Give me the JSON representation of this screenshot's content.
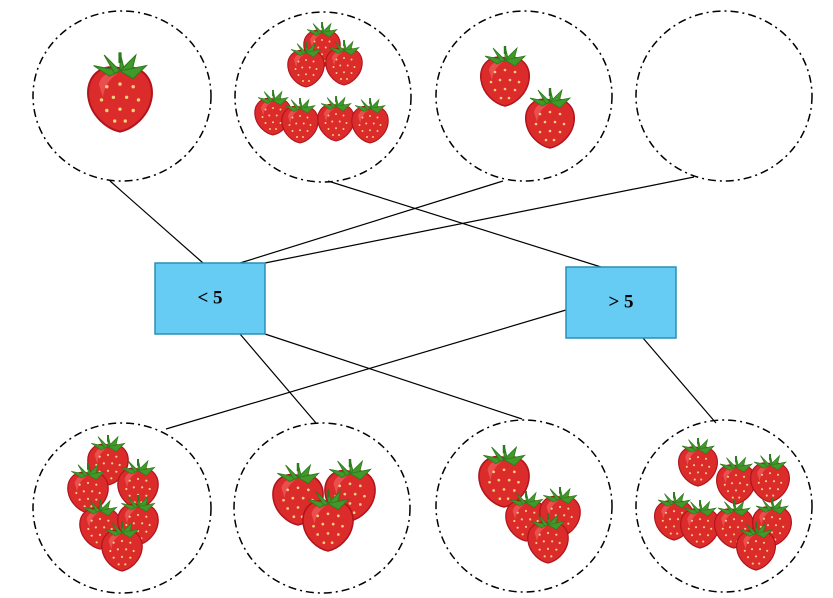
{
  "colors": {
    "box_fill": "#66ccf4",
    "box_stroke": "#2a8fb8",
    "line": "#000000",
    "circle_stroke": "#000000",
    "berry_dark": "#b0141c",
    "berry": "#dc2b2b",
    "berry_light": "#f06060",
    "leaf": "#3f9a2a",
    "leaf_dark": "#2c7a1c",
    "seed": "#f3d27a"
  },
  "boxes": [
    {
      "id": "less",
      "label": "< 5"
    },
    {
      "id": "greater",
      "label": "> 5"
    }
  ],
  "groups": [
    {
      "id": "top-1",
      "row": "top",
      "strawberry_count": 1
    },
    {
      "id": "top-2",
      "row": "top",
      "strawberry_count": 7
    },
    {
      "id": "top-3",
      "row": "top",
      "strawberry_count": 2
    },
    {
      "id": "top-4",
      "row": "top",
      "strawberry_count": 0
    },
    {
      "id": "bottom-1",
      "row": "bottom",
      "strawberry_count": 6
    },
    {
      "id": "bottom-2",
      "row": "bottom",
      "strawberry_count": 3
    },
    {
      "id": "bottom-3",
      "row": "bottom",
      "strawberry_count": 4
    },
    {
      "id": "bottom-4",
      "row": "bottom",
      "strawberry_count": 8
    }
  ],
  "connections": [
    {
      "group": "top-1",
      "box": "less"
    },
    {
      "group": "top-2",
      "box": "greater"
    },
    {
      "group": "top-3",
      "box": "less"
    },
    {
      "group": "top-4",
      "box": "less"
    },
    {
      "group": "bottom-1",
      "box": "greater"
    },
    {
      "group": "bottom-2",
      "box": "less"
    },
    {
      "group": "bottom-3",
      "box": "less"
    },
    {
      "group": "bottom-4",
      "box": "greater"
    }
  ]
}
